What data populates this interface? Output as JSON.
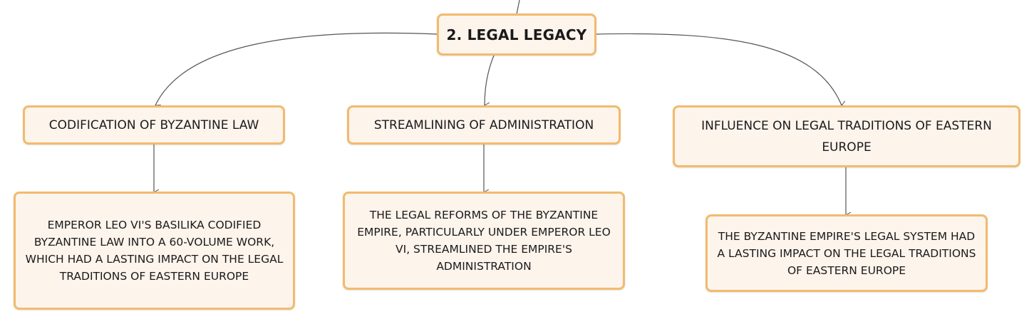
{
  "root": {
    "label": "2. LEGAL LEGACY"
  },
  "branches": [
    {
      "label": "CODIFICATION OF BYZANTINE LAW",
      "detail": "EMPEROR LEO VI'S BASILIKA CODIFIED BYZANTINE LAW INTO A 60-VOLUME WORK, WHICH HAD A LASTING IMPACT ON THE LEGAL TRADITIONS OF EASTERN EUROPE"
    },
    {
      "label": "STREAMLINING OF ADMINISTRATION",
      "detail": "THE LEGAL REFORMS OF THE BYZANTINE EMPIRE, PARTICULARLY UNDER EMPEROR LEO VI, STREAMLINED THE EMPIRE'S ADMINISTRATION"
    },
    {
      "label": "INFLUENCE ON LEGAL TRADITIONS OF EASTERN EUROPE",
      "detail": "THE BYZANTINE EMPIRE'S LEGAL SYSTEM HAD A LASTING IMPACT ON THE LEGAL TRADITIONS OF EASTERN EUROPE"
    }
  ],
  "colors": {
    "node_fill": "#fdf4ec",
    "node_border": "#f2ba6e",
    "connector": "#555555"
  }
}
